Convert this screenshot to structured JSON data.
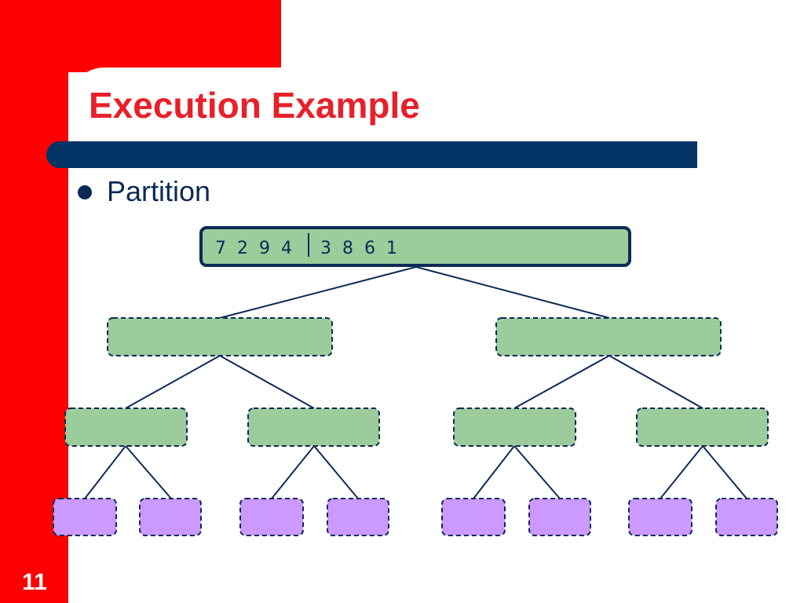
{
  "slide": {
    "title": "Execution Example",
    "bullet": "Partition",
    "page_number": "11"
  },
  "diagram": {
    "root": {
      "left_part": "7  2  9  4",
      "right_part": "3  8  6  1"
    }
  },
  "colors": {
    "accent_red": "#ff0000",
    "title_red": "#e8202a",
    "navy": "#003366",
    "node_green": "#9ccc9c",
    "leaf_purple": "#cc99ff"
  }
}
